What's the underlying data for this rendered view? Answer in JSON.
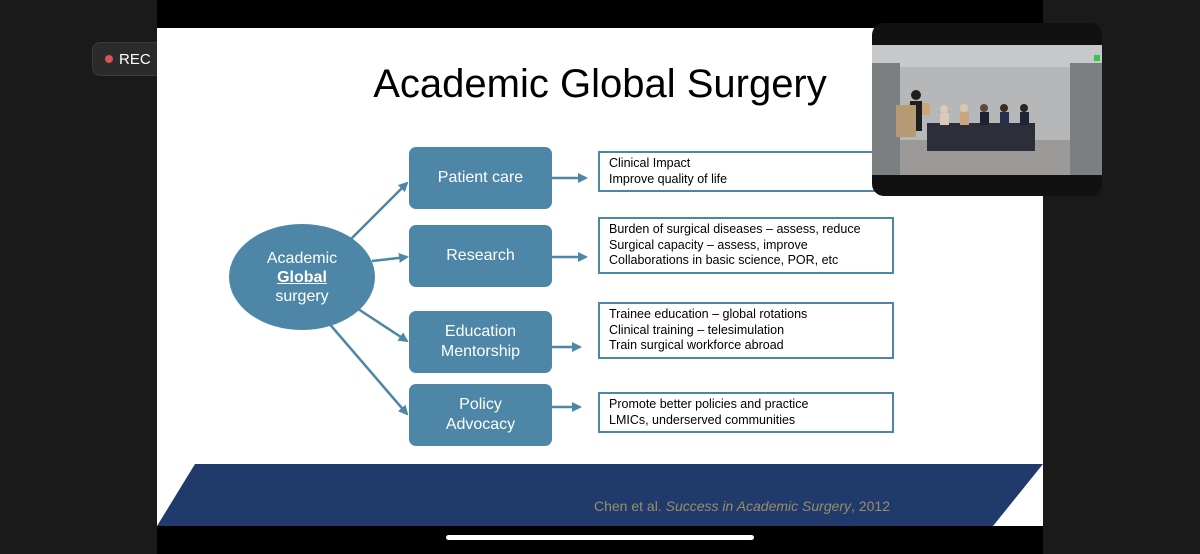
{
  "recording": {
    "label": "REC"
  },
  "slide": {
    "title": "Academic Global Surgery",
    "center": {
      "line1": "Academic",
      "line2": "Global",
      "line3": "surgery"
    },
    "pillars": [
      {
        "label_lines": [
          "Patient care"
        ],
        "details": [
          "Clinical Impact",
          "Improve quality of life"
        ]
      },
      {
        "label_lines": [
          "Research"
        ],
        "details": [
          "Burden of surgical diseases – assess, reduce",
          "Surgical capacity – assess, improve",
          "Collaborations in basic science, POR, etc"
        ]
      },
      {
        "label_lines": [
          "Education",
          "Mentorship"
        ],
        "details": [
          "Trainee education – global rotations",
          "Clinical training – telesimulation",
          "Train surgical workforce abroad"
        ]
      },
      {
        "label_lines": [
          "Policy",
          "Advocacy"
        ],
        "details": [
          "Promote better policies and practice",
          "LMICs, underserved communities"
        ]
      }
    ],
    "citation": {
      "authors": "Chen et al. ",
      "work": "Success in Academic Surgery",
      "year": ", 2012"
    }
  },
  "colors": {
    "accent": "#4d86a6",
    "band": "#1f3a6b",
    "citation": "#9a8d6a"
  }
}
